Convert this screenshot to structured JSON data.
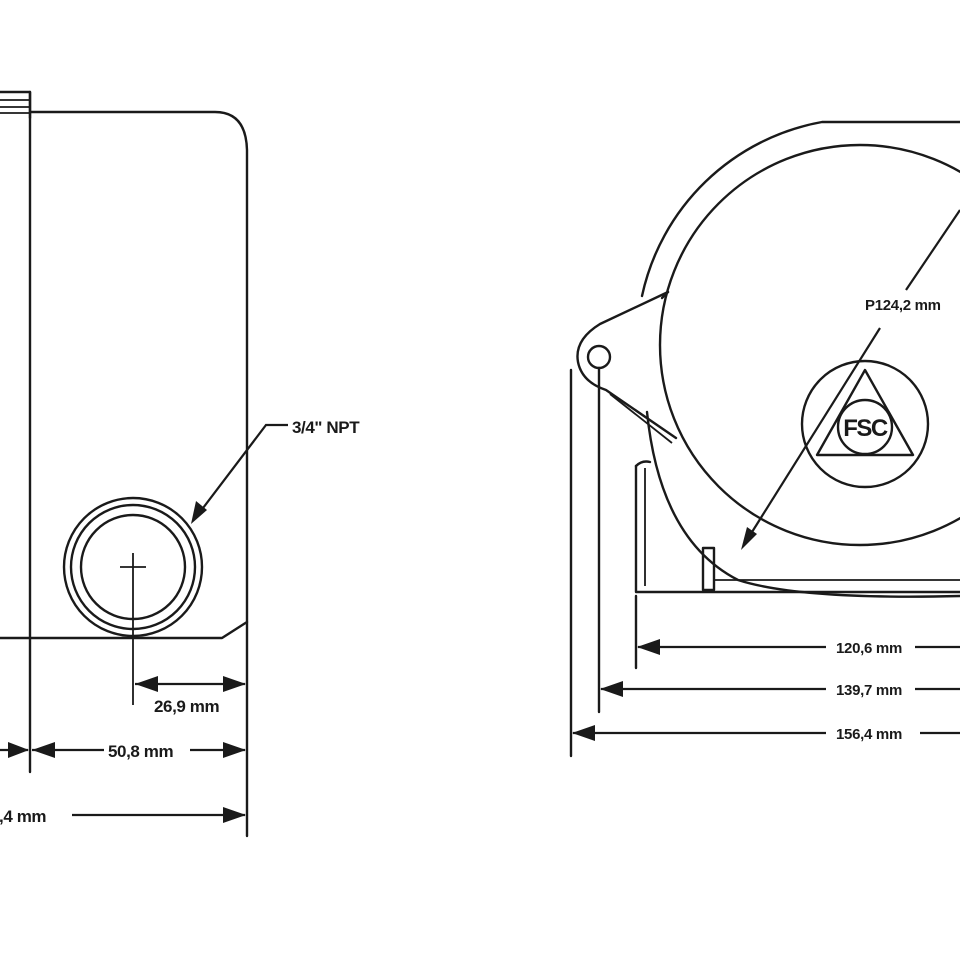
{
  "side_view": {
    "port_label": "3/4\" NPT",
    "dim_port_offset": "26,9 mm",
    "dim_body_depth": "50,8 mm",
    "dim_total_depth": ",4 mm"
  },
  "front_view": {
    "dim_diameter": "P124,2 mm",
    "logo_text": "FSC",
    "dim_base_width": "120,6 mm",
    "dim_mount_width": "139,7 mm",
    "dim_total_width": "156,4 mm"
  }
}
